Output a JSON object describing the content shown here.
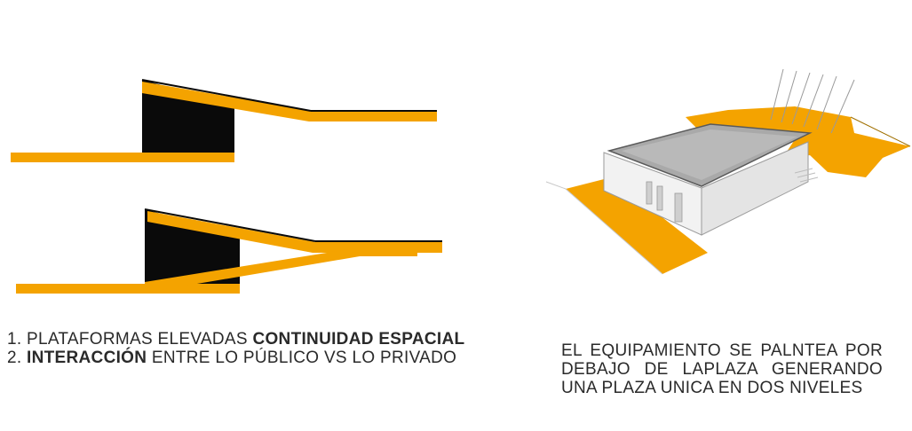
{
  "captions": {
    "left": {
      "item1_prefix": "1. PLATAFORMAS ELEVADAS ",
      "item1_bold": "CONTINUIDAD ESPACIAL",
      "item2_number": "2. ",
      "item2_bold": "INTERACCIÓN",
      "item2_rest": " ENTRE LO PÚBLICO VS LO PRIVADO"
    },
    "right": {
      "text": "EL EQUIPAMIENTO SE PALNTEA POR DEBAJO DE LAPLAZA GENERANDO UNA PLAZA UNICA EN DOS NIVELES"
    }
  },
  "colors": {
    "accent": "#f4a300",
    "black": "#0a0a0a",
    "text": "#2a2a2a"
  }
}
